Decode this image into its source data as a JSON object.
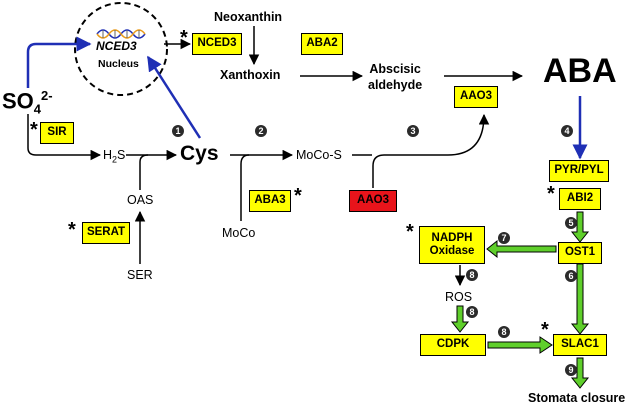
{
  "nodes": {
    "so4": "SO",
    "so4_sub": "4",
    "so4_sup": "2-",
    "h2s": "H",
    "h2s_sub": "2",
    "h2s_tail": "S",
    "cys": "Cys",
    "moco_s": "MoCo-S",
    "moco": "MoCo",
    "oas": "OAS",
    "ser": "SER",
    "neoxanthin": "Neoxanthin",
    "xanthoxin": "Xanthoxin",
    "abscisic_line1": "Abscisic",
    "abscisic_line2": "aldehyde",
    "aba": "ABA",
    "ros": "ROS",
    "stomata": "Stomata closure",
    "nucleus": "Nucleus",
    "nced3_gene": "NCED3"
  },
  "boxes": {
    "nced3": "NCED3",
    "aba2": "ABA2",
    "aao3_top": "AAO3",
    "sir": "SIR",
    "aba3": "ABA3",
    "aao3_red": "AAO3",
    "serat": "SERAT",
    "pyr_pyl": "PYR/PYL",
    "abi2": "ABI2",
    "ost1": "OST1",
    "nadph_line1": "NADPH",
    "nadph_line2": "Oxidase",
    "cdpk": "CDPK",
    "slac1": "SLAC1"
  },
  "steps": [
    "1",
    "2",
    "3",
    "4",
    "5",
    "6",
    "7",
    "8",
    "8",
    "8",
    "9"
  ],
  "star": "*",
  "colors": {
    "box_fill": "#ffff00",
    "red_box": "#e8141b",
    "blue_arrow": "#1f2fb5",
    "green_arrow": "#5fcf2b"
  }
}
